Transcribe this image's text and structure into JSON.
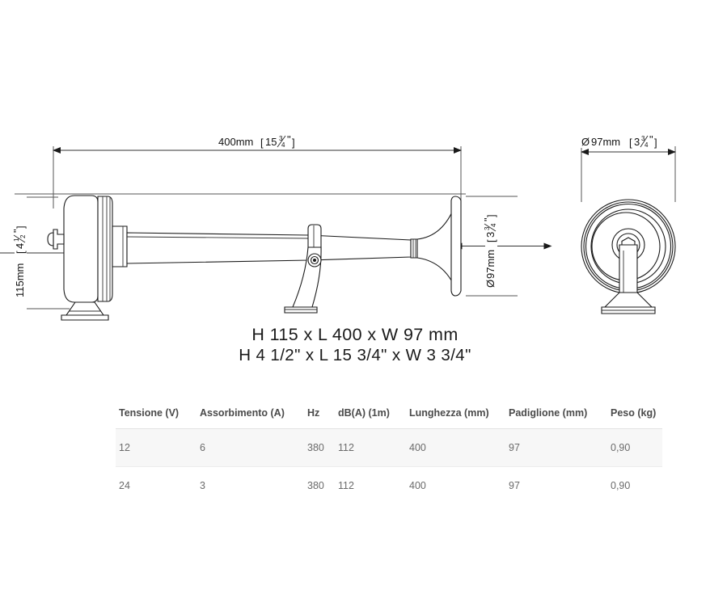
{
  "drawing": {
    "side_view": {
      "length_dimension": {
        "label_metric": "400mm",
        "label_imperial_whole": "15",
        "label_imperial_num": "3",
        "label_imperial_den": "4",
        "label_imperial_unit": "\"",
        "bracket_open": "[",
        "bracket_close": "]"
      },
      "height_dimension": {
        "label_metric": "115mm",
        "label_imperial_whole": "4",
        "label_imperial_num": "1",
        "label_imperial_den": "2",
        "label_imperial_unit": "\"",
        "bracket_open": "[",
        "bracket_close": "]"
      },
      "bell_dimension": {
        "diameter_symbol": "Ø",
        "label_metric": "97mm",
        "label_imperial_whole": "3",
        "label_imperial_num": "3",
        "label_imperial_den": "4",
        "label_imperial_unit": "\"",
        "bracket_open": "[",
        "bracket_close": "]"
      }
    },
    "front_view": {
      "diameter_dimension": {
        "diameter_symbol": "Ø",
        "label_metric": "97mm",
        "label_imperial_whole": "3",
        "label_imperial_num": "3",
        "label_imperial_den": "4",
        "label_imperial_unit": "\"",
        "bracket_open": "[",
        "bracket_close": "]"
      }
    },
    "line_color": "#1a1a1a",
    "dimension_color": "#333333"
  },
  "caption": {
    "metric": "H 115 x L 400 x W 97 mm",
    "imperial": "H 4 1/2\" x L 15 3/4\" x W 3 3/4\""
  },
  "spec_table": {
    "headers": [
      "Tensione (V)",
      "Assorbimento (A)",
      "Hz",
      "dB(A) (1m)",
      "Lunghezza (mm)",
      "Padiglione (mm)",
      "Peso (kg)"
    ],
    "rows": [
      {
        "shaded": true,
        "cells": [
          "12",
          "6",
          "380",
          "112",
          "400",
          "97",
          "0,90"
        ]
      },
      {
        "shaded": false,
        "cells": [
          "24",
          "3",
          "380",
          "112",
          "400",
          "97",
          "0,90"
        ]
      }
    ],
    "header_color": "#4a4a4a",
    "cell_color": "#6b6b6b",
    "shaded_row_color": "#f7f7f7",
    "divider_color": "#e2e2e2"
  }
}
